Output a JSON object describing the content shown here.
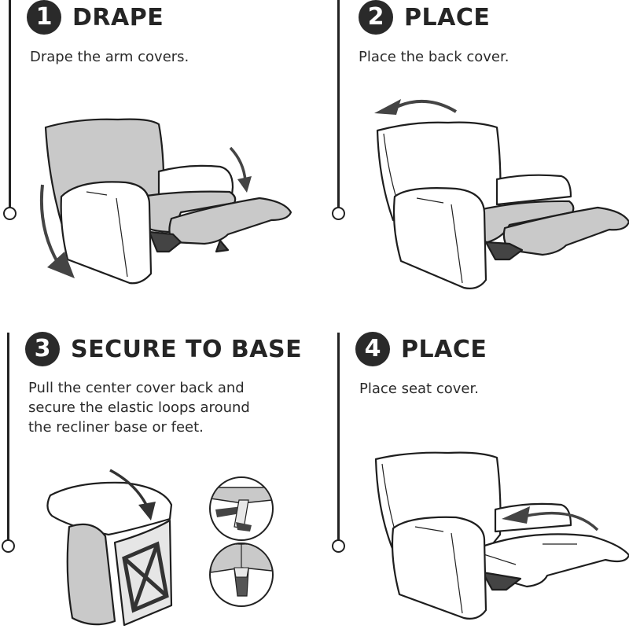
{
  "steps": [
    {
      "number": "1",
      "title": "DRAPE",
      "description": "Drape the arm covers.",
      "illustration": "recliner-arm-covers-draped",
      "arrows": [
        "arrow-down-left-arm",
        "arrow-down-right-arm"
      ]
    },
    {
      "number": "2",
      "title": "PLACE",
      "description": "Place the back cover.",
      "illustration": "recliner-back-cover",
      "arrows": [
        "arrow-back-over-top"
      ]
    },
    {
      "number": "3",
      "title": "SECURE TO BASE",
      "description_lines": [
        "Pull the center cover back and",
        "secure the elastic loops around",
        "the recliner base or feet."
      ],
      "illustration": "recliner-base-elastic-loops",
      "detail_insets": [
        "elastic-loop-around-base-bar",
        "elastic-loop-around-foot"
      ],
      "arrows": [
        "arrow-down-over-back"
      ]
    },
    {
      "number": "4",
      "title": "PLACE",
      "description": "Place seat cover.",
      "illustration": "recliner-seat-cover",
      "arrows": [
        "arrow-seat-back"
      ]
    }
  ],
  "colors": {
    "ink": "#222222",
    "badge": "#2a2a2a",
    "cover_gray": "#c9c9c9",
    "mechanism_dark": "#444444",
    "background": "#ffffff"
  }
}
